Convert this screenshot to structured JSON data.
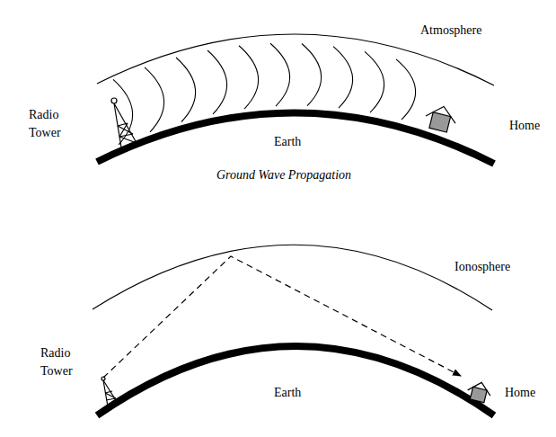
{
  "diagram": {
    "labels": [
      "Atmosphere",
      "Radio Tower",
      "Earth",
      "Home",
      "Ground Wave Propagation",
      "Ionosphere",
      "Radio Tower",
      "Earth",
      "Home"
    ]
  }
}
